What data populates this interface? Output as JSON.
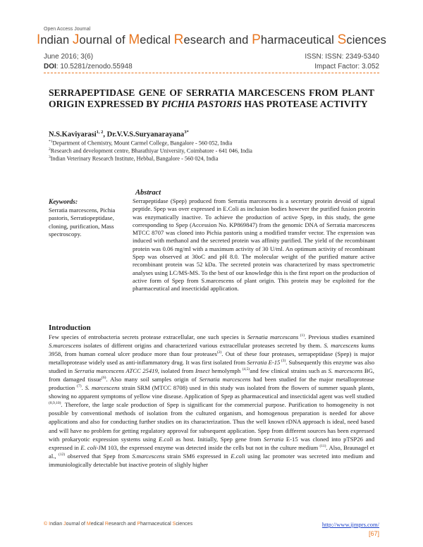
{
  "header": {
    "open_access": "Open Access Journal",
    "journal_title_parts": [
      {
        "cap": "I",
        "rest": "ndian "
      },
      {
        "cap": "J",
        "rest": "ournal of "
      },
      {
        "cap": "M",
        "rest": "edical "
      },
      {
        "cap": "R",
        "rest": "esearch and "
      },
      {
        "cap": "P",
        "rest": "harmaceutical "
      },
      {
        "cap": "S",
        "rest": "ciences"
      }
    ],
    "issue": "June 2016; 3(6)",
    "issn": "ISSN: ISSN: 2349-5340",
    "doi_label": "DOI",
    "doi_value": ": 10.5281/zenodo.55948",
    "impact_factor": "Impact Factor: 3.052",
    "accent_color": "#e87722"
  },
  "article": {
    "title_part1": "SERRAPEPTIDASE GENE OF SERRATIA MARCESCENS FROM PLANT ORIGIN EXPRESSED BY ",
    "title_italic": "PICHIA PASTORIS",
    "title_part2": " HAS PROTEASE ACTIVITY",
    "author1": "N.S.Kaviyarasi",
    "author1_sup": "1, 2",
    "author_sep": ", ",
    "author2": "Dr.V.V.S.Suryanarayana",
    "author2_sup": "3*",
    "affiliations": [
      {
        "sup": "*1",
        "text": "Department of Chemistry, Mount Carmel College, Bangalore - 560 052, India"
      },
      {
        "sup": "2",
        "text": "Research and development centre, Bharathiyar University, Coimbatore - 641 046, India"
      },
      {
        "sup": "3",
        "text": "Indian Veterinary Research Institute, Hebbal, Bangalore - 560 024, India"
      }
    ]
  },
  "keywords": {
    "heading": "Keywords:",
    "text": "Serratia marcescens, Pichia pastoris, Serratiopeptidase, cloning, purification, Mass spectroscopy."
  },
  "abstract": {
    "heading": "Abstract",
    "text": "Serrapeptidase (Spep) produced from Serratia marcescens is a secretary protein devoid of signal peptide. Spep was over expressed in E.Coli as inclusion bodies however the purified fusion protein was enzymatically inactive. To achieve the production of active Spep, in this study, the gene corresponding to Spep (Accession No. KP869847) from the genomic DNA of Serratia marcescens MTCC 8707 was cloned into Pichia pastoris using a modified transfer vector. The expression was induced with methanol and the secreted protein was affinity purified. The yield of the recombinant protein was 0.06 mg/ml with a maximum activity of 30 U/ml. An optimum activity of recombinant Spep was observed at 30oC and pH 8.0. The molecular weight of the purified mature active recombinant protein was 52 kDa. The secreted protein was characterized by mass spectrometric analyses using LC/MS-MS. To the best of our knowledge this is the first report on the production of active form of Spep from S.marcescens of plant origin. This protein may be exploited for the pharmaceutical and insecticidal application."
  },
  "introduction": {
    "heading": "Introduction",
    "segments": [
      {
        "t": "Few species of entrobacteria secrets protease extracellular, one such species is "
      },
      {
        "i": "Sernatia marcescans"
      },
      {
        "s": " (1)"
      },
      {
        "t": ". Previous studies examined "
      },
      {
        "i": "S.marcescens"
      },
      {
        "t": " isolates of different origins and characterized various extracellular proteases secreted by them. "
      },
      {
        "i": "S. marcescens"
      },
      {
        "t": " kums 3958, from human corneal ulcer produce more than four proteases"
      },
      {
        "s": "(2)"
      },
      {
        "t": ". Out of these four proteases, serrapeptidase (Spep) is major metalloprotease widely used as anti-inflammatory drug. It was first isolated from "
      },
      {
        "i": "Serratia E-15"
      },
      {
        "s": " (3)"
      },
      {
        "t": ". Subsequently this enzyme was also studied in "
      },
      {
        "i": "Serratia marcescens ATCC 25419,"
      },
      {
        "t": " isolated from "
      },
      {
        "i": "Insect"
      },
      {
        "t": " hemolymph "
      },
      {
        "s": "(4,5)"
      },
      {
        "t": "and few clinical strains such as "
      },
      {
        "i": "S. marcescens"
      },
      {
        "t": " BG, from damaged tissue"
      },
      {
        "s": "(6)"
      },
      {
        "t": ". Also many soil samples origin of "
      },
      {
        "i": "Sernatia marcescens"
      },
      {
        "t": " had been studied for the major metalloprotease production "
      },
      {
        "s": "(7)"
      },
      {
        "t": ". "
      },
      {
        "i": "S. marcescens"
      },
      {
        "t": " strain SRM (MTCC 8708) used in this study was isolated from the flowers of summer squash plants, showing no apparent symptoms of yellow vine disease. Application of Spep as pharmaceutical and insecticidal agent was well studied "
      },
      {
        "s": "(8,9,10)"
      },
      {
        "t": ". Therefore, the large scale production of Spep is significant for the commercial purpose. Purification to homogeneity is not possible by conventional methods of isolation from the cultured organism, and homogenous preparation is needed for above applications and also for conducting further studies on its characterization. Thus the well known rDNA approach is ideal, need based and will have no problem for getting regulatory approval for subsequent application. Spep from different sources has been expressed with prokaryotic expression systems using "
      },
      {
        "i": "E.coli"
      },
      {
        "t": " as host. Initially, Spep gene from "
      },
      {
        "i": "Serratia"
      },
      {
        "t": " E-15 was cloned into pTSP26 and expressed in "
      },
      {
        "i": "E. coli"
      },
      {
        "t": "-JM 103, the expressed enzyme was detected inside the cells but not in the culture medium "
      },
      {
        "s": "(11)"
      },
      {
        "t": ". Also, Braunagel et al., "
      },
      {
        "s": "(12)"
      },
      {
        "t": " observed that Spep from "
      },
      {
        "i": "S.marcescens"
      },
      {
        "t": " strain SM6 expressed in "
      },
      {
        "i": "E.coli"
      },
      {
        "t": " using lac promoter was secreted into medium and immuniologically detectable but inactive protein of slighly higher"
      }
    ]
  },
  "footer": {
    "copyright_symbol": "©",
    "journal_parts": [
      {
        "cap": "I",
        "rest": "ndian "
      },
      {
        "cap": "J",
        "rest": "ournal of "
      },
      {
        "cap": "M",
        "rest": "edical "
      },
      {
        "cap": "R",
        "rest": "esearch and "
      },
      {
        "cap": "P",
        "rest": "harmaceutical "
      },
      {
        "cap": "S",
        "rest": "ciences"
      }
    ],
    "url": "http://www.ijmprs.com/",
    "page_number": "[67]"
  }
}
